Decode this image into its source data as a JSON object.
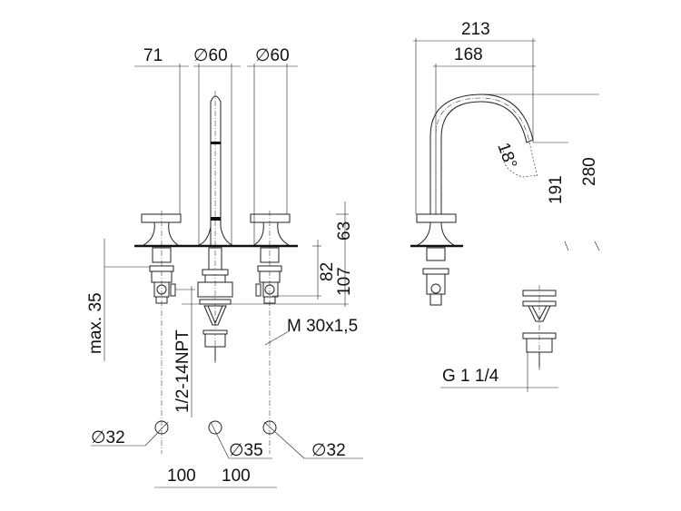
{
  "drawing": {
    "front_view": {
      "dim_handle_offset": "71",
      "dim_spout_diameter": "∅60",
      "dim_handle_diameter": "∅60",
      "dim_handle_height": "63",
      "dim_shank_82": "82",
      "dim_shank_107": "107",
      "dim_max_thickness": "max. 35",
      "thread_inlet": "1/2-14NPT",
      "thread_spout": "M 30x1,5"
    },
    "side_view": {
      "dim_reach_total": "213",
      "dim_reach": "168",
      "dim_angle": "18°",
      "dim_outlet_height": "191",
      "dim_total_height": "280",
      "drain_thread": "G 1 1/4"
    },
    "hole_pattern": {
      "hole_left": "∅32",
      "hole_center": "∅35",
      "hole_right": "∅32",
      "spacing_left": "100",
      "spacing_right": "100"
    }
  }
}
